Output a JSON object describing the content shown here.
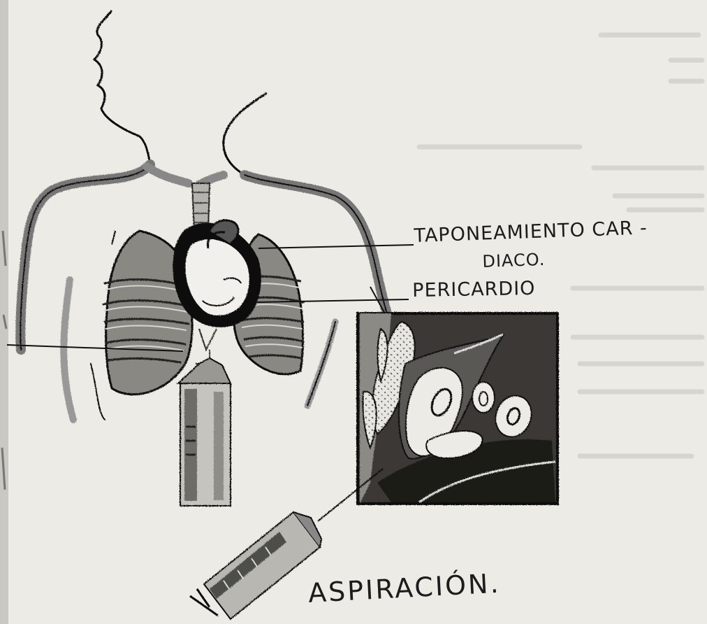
{
  "labels": {
    "taponamiento_line1": "TAPONEAMIENTO CAR -",
    "taponamiento_line2": "DIACO.",
    "pericardio": "PERICARDIO",
    "aspiracion": "ASPIRACIÓN."
  }
}
